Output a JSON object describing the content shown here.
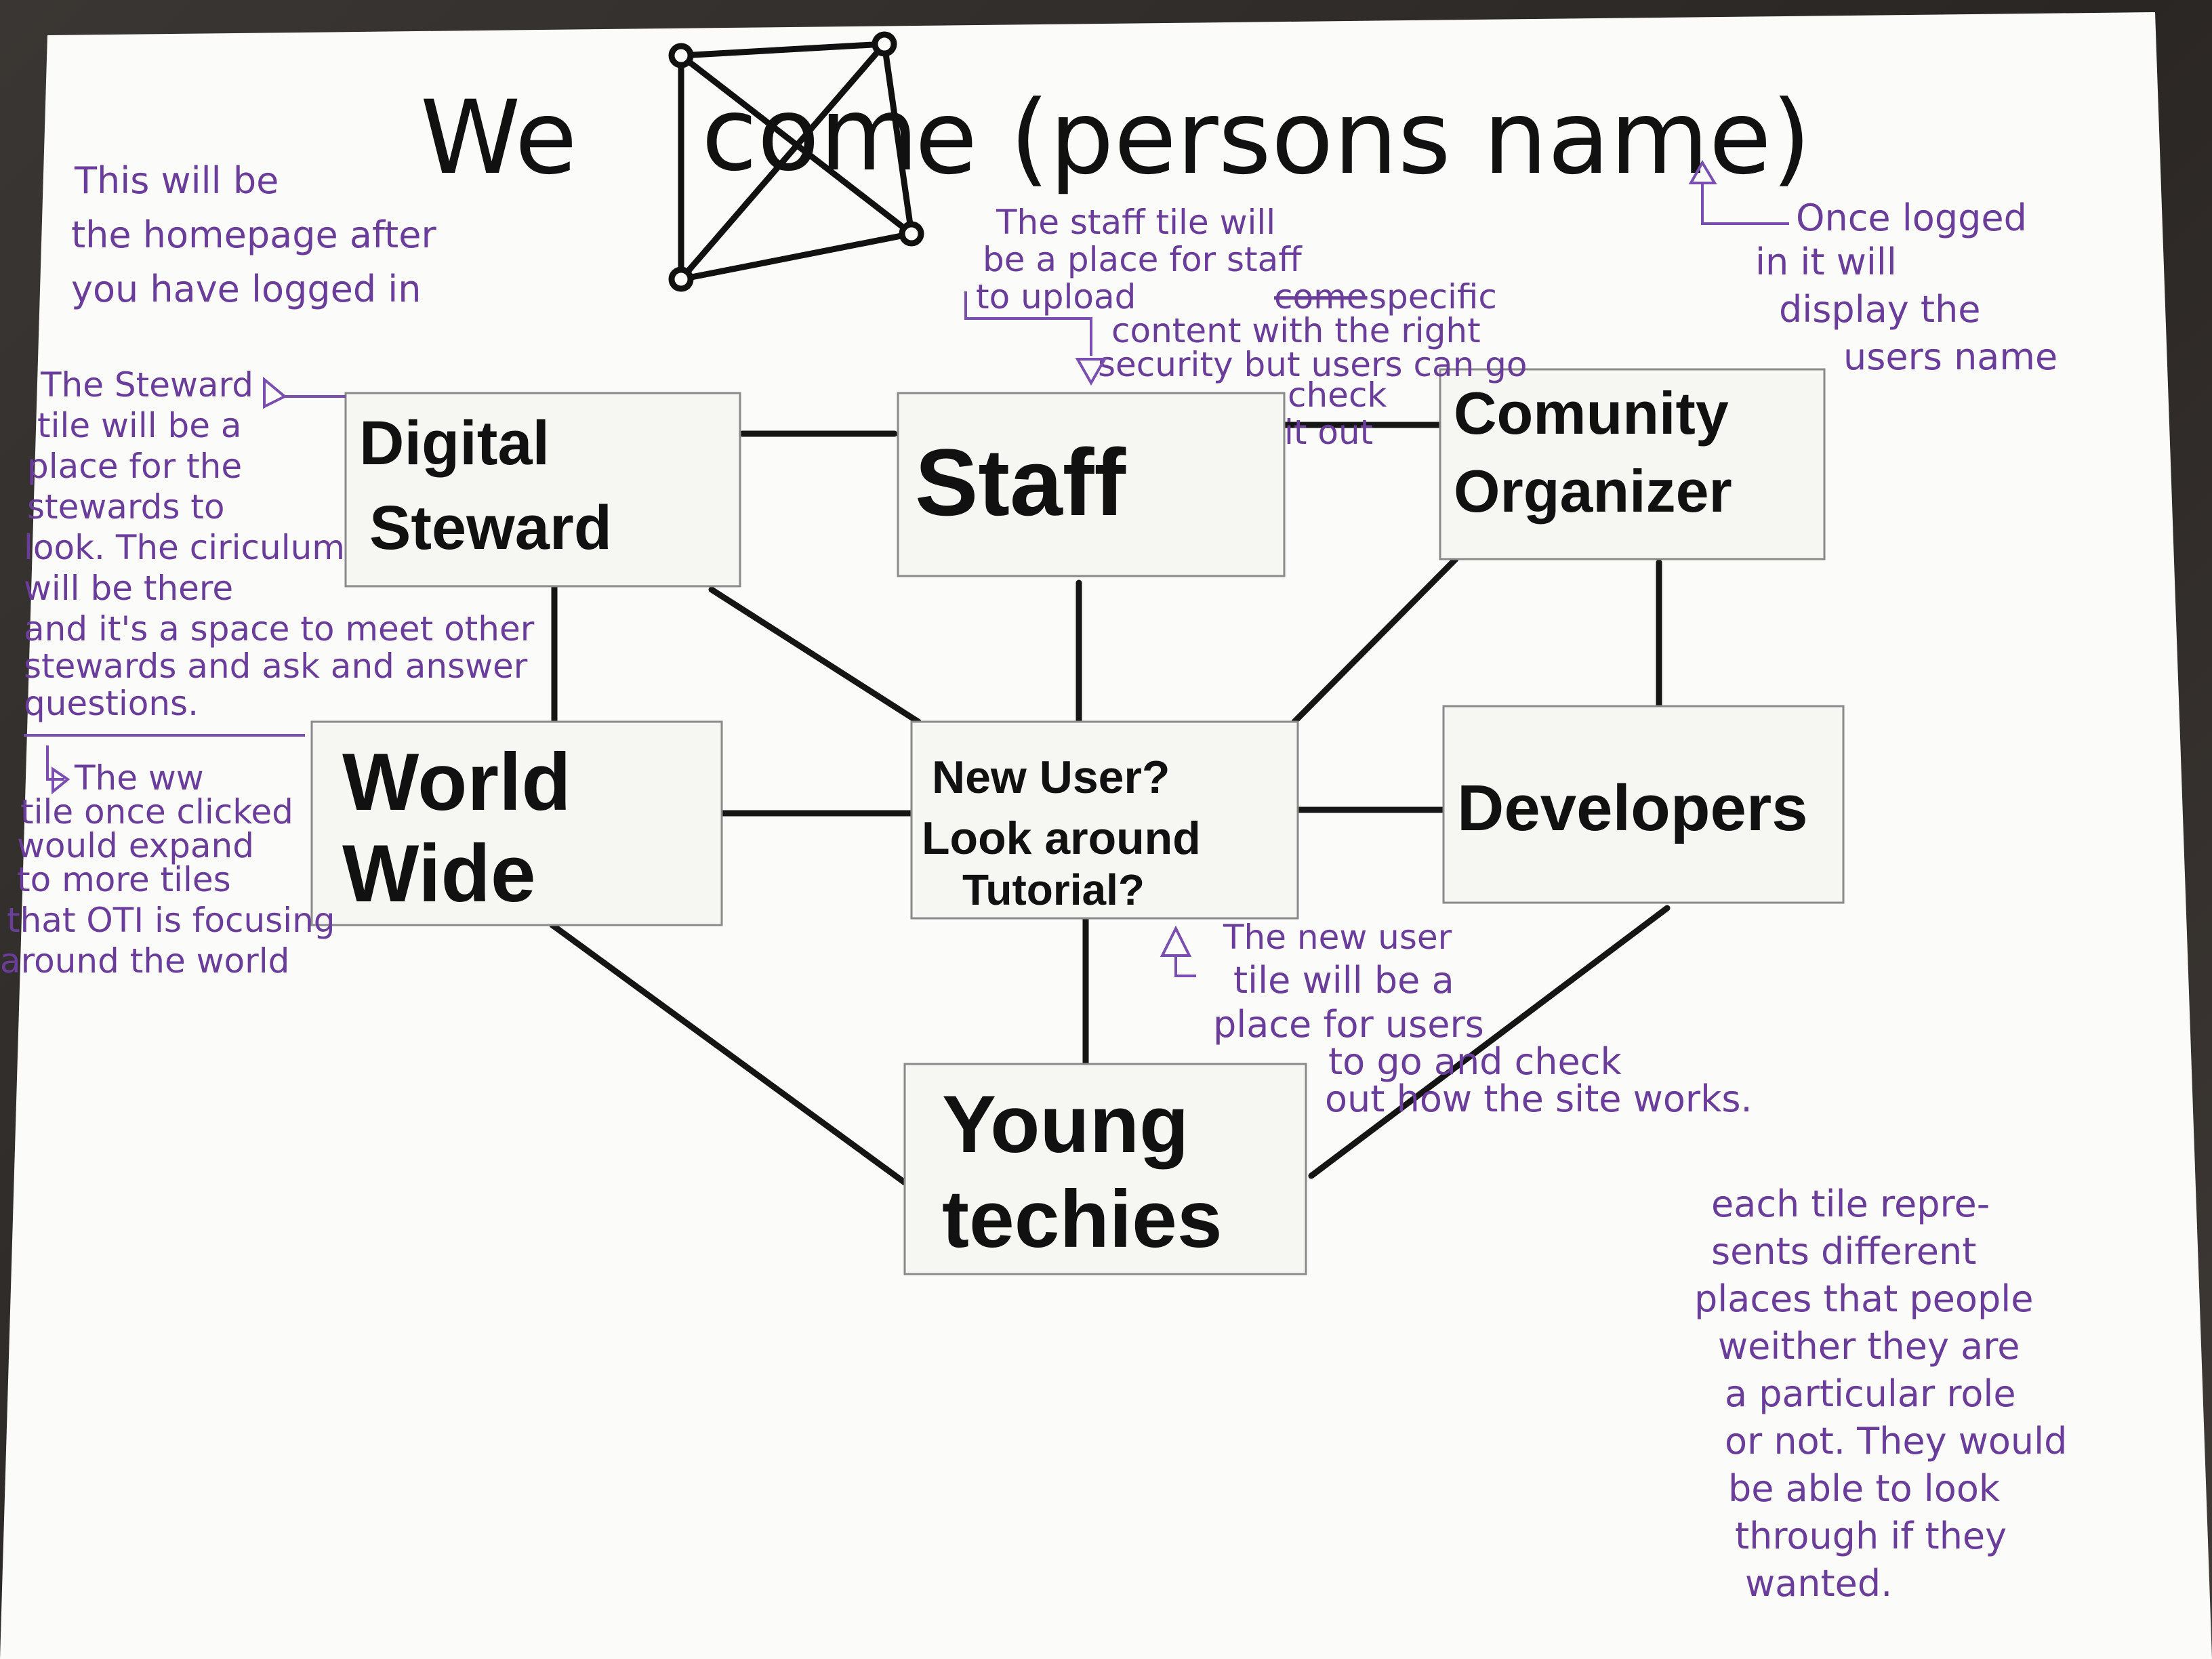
{
  "header": {
    "title_prefix": "We",
    "title_suffix": "e (persons name)",
    "logo_letters": "com",
    "logo_icon": "image-placeholder-icon"
  },
  "tiles": {
    "digital_steward": [
      "Digital",
      "Steward"
    ],
    "staff": [
      "Staff"
    ],
    "community_organizer": [
      "Comunity",
      "Organizer"
    ],
    "world_wide": [
      "World",
      "Wide"
    ],
    "new_user": [
      "New User?",
      "Look around",
      "Tutorial?"
    ],
    "developers": [
      "Developers"
    ],
    "young_techies": [
      "Young",
      "techies"
    ]
  },
  "notes": {
    "homepage": [
      "This will be",
      "the homepage after",
      "you have logged in"
    ],
    "staff_tile": [
      "The staff tile will",
      "be a place for staff",
      "to upload",
      "come",
      " specific",
      "content with the right",
      "security but users can go",
      "check",
      "it out"
    ],
    "logged_in": [
      "Once logged",
      "in it will",
      "display the",
      "users name"
    ],
    "steward": [
      "The Steward",
      "tile will be a",
      "place for the",
      "stewards to",
      "look. The ciriculum",
      "will be there",
      "and it's a space to meet other",
      "stewards and ask and answer",
      "questions."
    ],
    "ww": [
      "The ww",
      "tile once clicked",
      "would expand",
      "to more tiles",
      "that OTI is focusing",
      "around the world"
    ],
    "new_user": [
      "The new user",
      "tile will be a",
      "place for users",
      "to go and check",
      "out how the site works."
    ],
    "each_tile": [
      "each tile repre-",
      "sents different",
      "places that people",
      "weither they are",
      "a particular role",
      "or not. They would",
      "be able to look",
      "through if they",
      "wanted."
    ]
  },
  "colors": {
    "ink": "#111111",
    "annotation": "#6b3d9a",
    "paper": "#fbfbfa"
  }
}
